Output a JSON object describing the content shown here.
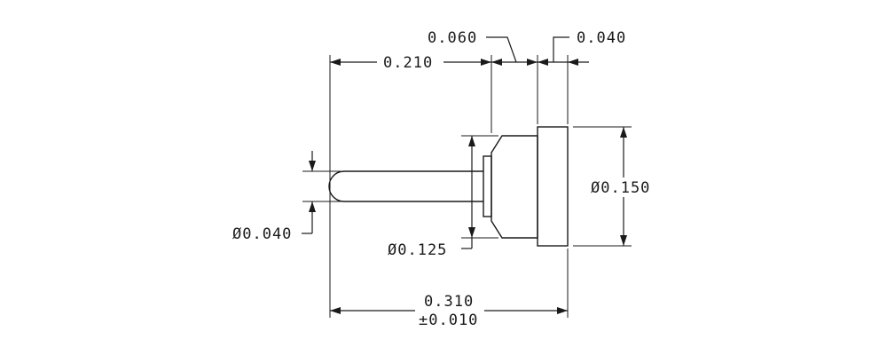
{
  "dimensions": {
    "shoulder_length": "0.060",
    "head_length": "0.040",
    "pin_length": "0.210",
    "head_diameter": "Ø0.150",
    "pin_diameter": "Ø0.040",
    "shoulder_diameter": "Ø0.125",
    "overall_length": "0.310",
    "overall_tolerance": "±0.010"
  },
  "colors": {
    "ink": "#1a1a1a",
    "background": "#ffffff"
  }
}
